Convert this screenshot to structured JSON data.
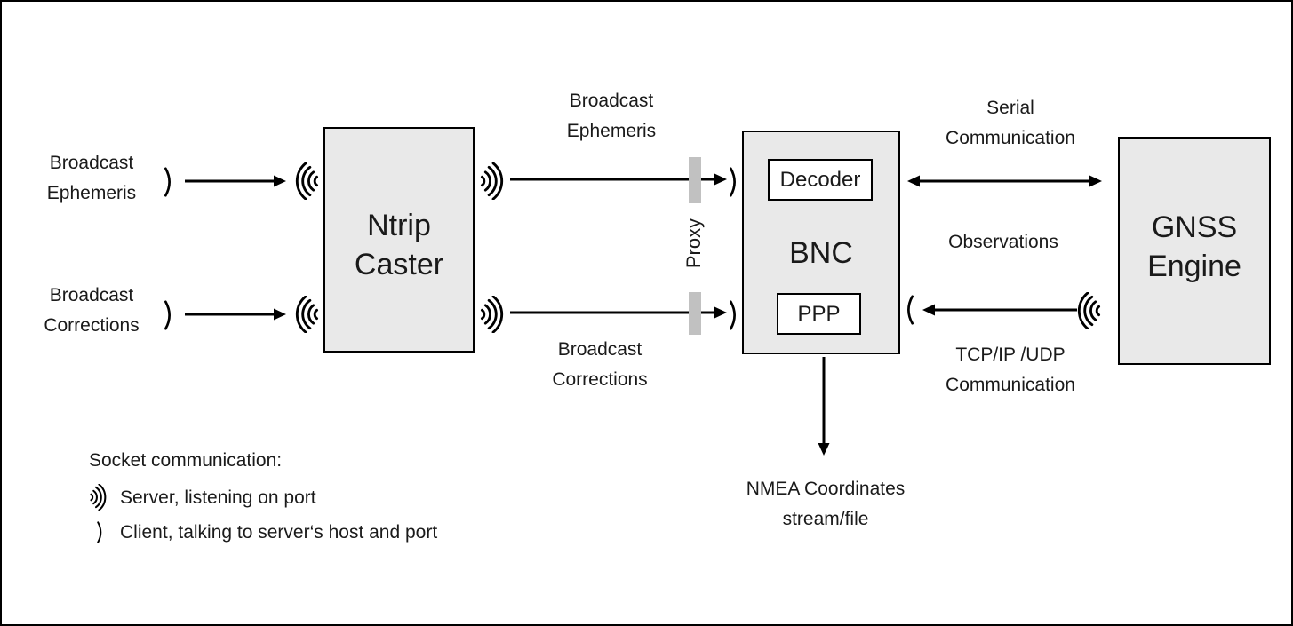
{
  "colors": {
    "background": "#ffffff",
    "border": "#000000",
    "box_fill": "#e9e9e9",
    "box_border": "#000000",
    "inner_box_fill": "#ffffff",
    "proxy_bar": "#c1c1c1",
    "text": "#1a1a1a",
    "arrow": "#000000"
  },
  "nodes": {
    "ntrip_caster": "Ntrip Caster",
    "bnc": "BNC",
    "decoder": "Decoder",
    "ppp": "PPP",
    "gnss_engine": "GNSS Engine"
  },
  "labels": {
    "broadcast_ephemeris_input": "Broadcast Ephemeris",
    "broadcast_corrections_input": "Broadcast Corrections",
    "broadcast_ephemeris_stream": "Broadcast Ephemeris",
    "broadcast_corrections_stream": "Broadcast Corrections",
    "proxy": "Proxy",
    "serial_communication": "Serial Communication",
    "observations": "Observations",
    "tcpip_udp_communication": "TCP/IP /UDP Communication",
    "nmea_output": "NMEA Coordinates stream/file"
  },
  "legend": {
    "title": "Socket communication:",
    "server_label": "Server, listening on port",
    "client_label": "Client, talking to server‘s host and port"
  },
  "icons": {
    "server_socket": ")))",
    "client_socket": ")"
  }
}
